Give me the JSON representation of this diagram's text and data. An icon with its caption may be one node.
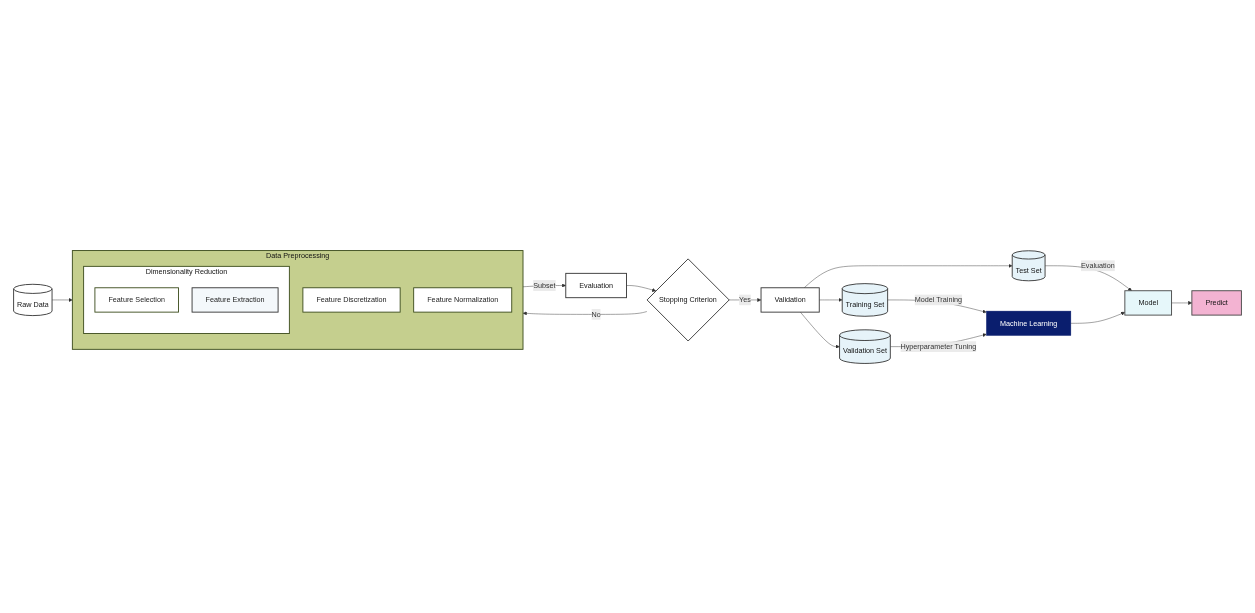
{
  "diagram": {
    "nodes": [
      {
        "text": [
          "Raw Data"
        ]
      },
      {
        "text": [
          "Data Preprocessing"
        ]
      },
      {
        "text": [
          "Feature Discretization"
        ],
        "in": 1
      },
      {
        "text": [
          "Feature Normalization"
        ],
        "in": 1
      },
      {
        "text": [
          "Dimensionality Reduction"
        ],
        "in": 1
      },
      {
        "text": [
          "Feature Selection"
        ],
        "in": 4
      },
      {
        "text": [
          "Feature Extraction"
        ],
        "in": 4
      },
      {
        "text": [
          "Evaluation"
        ]
      },
      {
        "text": [
          "Stopping Criterion"
        ]
      },
      {
        "text": [
          "Validation"
        ]
      },
      {
        "text": [
          "Training Set"
        ]
      },
      {
        "text": [
          "Validation Set"
        ]
      },
      {
        "text": [
          "Test Set"
        ]
      },
      {
        "text": [
          "Machine Learning"
        ]
      },
      {
        "text": [
          "Model"
        ]
      },
      {
        "text": [
          "Predict"
        ]
      }
    ],
    "edges": [
      {
        "from": 0,
        "to": 1,
        "arrow": "to"
      },
      {
        "from": 1,
        "to": 7,
        "arrow": "to",
        "label": "Subset"
      },
      {
        "from": 7,
        "to": 8,
        "arrow": "to"
      },
      {
        "from": 8,
        "to": 1,
        "arrow": "to",
        "label": "No"
      },
      {
        "from": 8,
        "to": 9,
        "arrow": "to",
        "label": "Yes"
      },
      {
        "from": 9,
        "to": 10,
        "arrow": "to"
      },
      {
        "from": 9,
        "to": 11,
        "arrow": "to"
      },
      {
        "from": 9,
        "to": 12,
        "arrow": "to"
      },
      {
        "from": 10,
        "to": 13,
        "arrow": "to",
        "label": "Model Training"
      },
      {
        "from": 11,
        "to": 13,
        "arrow": "to",
        "label": "Hyperparameter Tuning"
      },
      {
        "from": 12,
        "to": 14,
        "arrow": "to",
        "label": "Evaluation"
      },
      {
        "from": 13,
        "to": 14,
        "arrow": "to"
      },
      {
        "from": 14,
        "to": 15,
        "arrow": "to"
      }
    ]
  }
}
